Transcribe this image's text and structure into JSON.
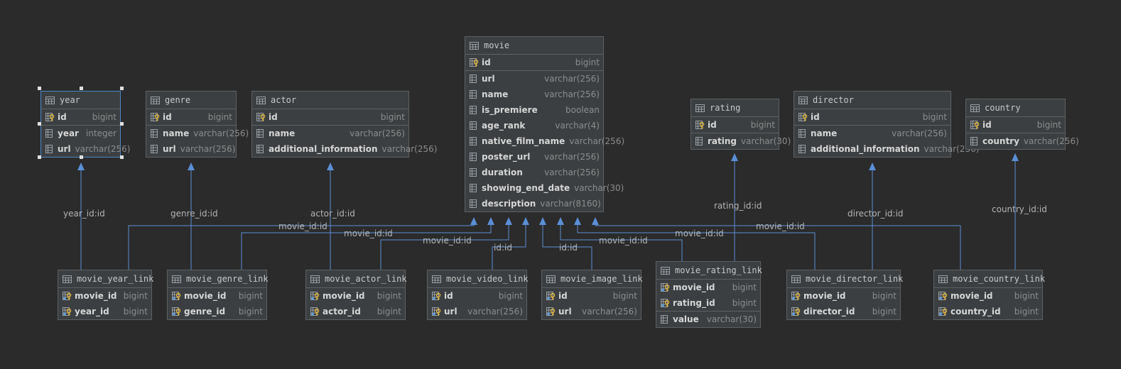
{
  "accent_color": "#5b8fd6",
  "tables": [
    {
      "id": "year",
      "name": "year",
      "selected": true,
      "sections": [
        [
          {
            "name": "id",
            "type": "bigint",
            "icon": "primary-key"
          }
        ],
        [
          {
            "name": "year",
            "type": "integer",
            "icon": "column"
          },
          {
            "name": "url",
            "type": "varchar(256)",
            "icon": "column"
          }
        ]
      ]
    },
    {
      "id": "genre",
      "name": "genre",
      "sections": [
        [
          {
            "name": "id",
            "type": "bigint",
            "icon": "primary-key"
          }
        ],
        [
          {
            "name": "name",
            "type": "varchar(256)",
            "icon": "column"
          },
          {
            "name": "url",
            "type": "varchar(256)",
            "icon": "column"
          }
        ]
      ]
    },
    {
      "id": "actor",
      "name": "actor",
      "sections": [
        [
          {
            "name": "id",
            "type": "bigint",
            "icon": "primary-key"
          }
        ],
        [
          {
            "name": "name",
            "type": "varchar(256)",
            "icon": "column"
          },
          {
            "name": "additional_information",
            "type": "varchar(256)",
            "icon": "column"
          }
        ]
      ]
    },
    {
      "id": "movie",
      "name": "movie",
      "sections": [
        [
          {
            "name": "id",
            "type": "bigint",
            "icon": "primary-key"
          }
        ],
        [
          {
            "name": "url",
            "type": "varchar(256)",
            "icon": "column"
          },
          {
            "name": "name",
            "type": "varchar(256)",
            "icon": "column"
          },
          {
            "name": "is_premiere",
            "type": "boolean",
            "icon": "column"
          },
          {
            "name": "age_rank",
            "type": "varchar(4)",
            "icon": "column"
          },
          {
            "name": "native_film_name",
            "type": "varchar(256)",
            "icon": "column"
          },
          {
            "name": "poster_url",
            "type": "varchar(256)",
            "icon": "column"
          },
          {
            "name": "duration",
            "type": "varchar(256)",
            "icon": "column"
          },
          {
            "name": "showing_end_date",
            "type": "varchar(30)",
            "icon": "column"
          },
          {
            "name": "description",
            "type": "varchar(8160)",
            "icon": "column"
          }
        ]
      ]
    },
    {
      "id": "rating",
      "name": "rating",
      "sections": [
        [
          {
            "name": "id",
            "type": "bigint",
            "icon": "primary-key"
          }
        ],
        [
          {
            "name": "rating",
            "type": "varchar(30)",
            "icon": "column"
          }
        ]
      ]
    },
    {
      "id": "director",
      "name": "director",
      "sections": [
        [
          {
            "name": "id",
            "type": "bigint",
            "icon": "primary-key"
          }
        ],
        [
          {
            "name": "name",
            "type": "varchar(256)",
            "icon": "column"
          },
          {
            "name": "additional_information",
            "type": "varchar(256)",
            "icon": "column"
          }
        ]
      ]
    },
    {
      "id": "country",
      "name": "country",
      "sections": [
        [
          {
            "name": "id",
            "type": "bigint",
            "icon": "primary-key"
          }
        ],
        [
          {
            "name": "country",
            "type": "varchar(256)",
            "icon": "column"
          }
        ]
      ]
    },
    {
      "id": "movie_year_link",
      "name": "movie_year_link",
      "sections": [
        [
          {
            "name": "movie_id",
            "type": "bigint",
            "icon": "primary-foreign-key"
          },
          {
            "name": "year_id",
            "type": "bigint",
            "icon": "primary-foreign-key"
          }
        ]
      ]
    },
    {
      "id": "movie_genre_link",
      "name": "movie_genre_link",
      "sections": [
        [
          {
            "name": "movie_id",
            "type": "bigint",
            "icon": "primary-foreign-key"
          },
          {
            "name": "genre_id",
            "type": "bigint",
            "icon": "primary-foreign-key"
          }
        ]
      ]
    },
    {
      "id": "movie_actor_link",
      "name": "movie_actor_link",
      "sections": [
        [
          {
            "name": "movie_id",
            "type": "bigint",
            "icon": "primary-foreign-key"
          },
          {
            "name": "actor_id",
            "type": "bigint",
            "icon": "primary-foreign-key"
          }
        ]
      ]
    },
    {
      "id": "movie_video_link",
      "name": "movie_video_link",
      "sections": [
        [
          {
            "name": "id",
            "type": "bigint",
            "icon": "primary-foreign-key"
          },
          {
            "name": "url",
            "type": "varchar(256)",
            "icon": "primary-foreign-key"
          }
        ]
      ]
    },
    {
      "id": "movie_image_link",
      "name": "movie_image_link",
      "sections": [
        [
          {
            "name": "id",
            "type": "bigint",
            "icon": "primary-foreign-key"
          },
          {
            "name": "url",
            "type": "varchar(256)",
            "icon": "primary-foreign-key"
          }
        ]
      ]
    },
    {
      "id": "movie_rating_link",
      "name": "movie_rating_link",
      "sections": [
        [
          {
            "name": "movie_id",
            "type": "bigint",
            "icon": "primary-foreign-key"
          },
          {
            "name": "rating_id",
            "type": "bigint",
            "icon": "primary-foreign-key"
          }
        ],
        [
          {
            "name": "value",
            "type": "varchar(30)",
            "icon": "column"
          }
        ]
      ]
    },
    {
      "id": "movie_director_link",
      "name": "movie_director_link",
      "sections": [
        [
          {
            "name": "movie_id",
            "type": "bigint",
            "icon": "primary-foreign-key"
          },
          {
            "name": "director_id",
            "type": "bigint",
            "icon": "primary-foreign-key"
          }
        ]
      ]
    },
    {
      "id": "movie_country_link",
      "name": "movie_country_link",
      "sections": [
        [
          {
            "name": "movie_id",
            "type": "bigint",
            "icon": "primary-foreign-key"
          },
          {
            "name": "country_id",
            "type": "bigint",
            "icon": "primary-foreign-key"
          }
        ]
      ]
    }
  ],
  "relations": [
    {
      "from": "movie_year_link",
      "to": "year",
      "label": "year_id:id"
    },
    {
      "from": "movie_genre_link",
      "to": "genre",
      "label": "genre_id:id"
    },
    {
      "from": "movie_actor_link",
      "to": "actor",
      "label": "actor_id:id"
    },
    {
      "from": "movie_rating_link",
      "to": "rating",
      "label": "rating_id:id"
    },
    {
      "from": "movie_director_link",
      "to": "director",
      "label": "director_id:id"
    },
    {
      "from": "movie_country_link",
      "to": "country",
      "label": "country_id:id"
    },
    {
      "from": "movie_year_link",
      "to": "movie",
      "label": "movie_id:id"
    },
    {
      "from": "movie_genre_link",
      "to": "movie",
      "label": "movie_id:id"
    },
    {
      "from": "movie_actor_link",
      "to": "movie",
      "label": "movie_id:id"
    },
    {
      "from": "movie_video_link",
      "to": "movie",
      "label": "id:id"
    },
    {
      "from": "movie_image_link",
      "to": "movie",
      "label": "id:id"
    },
    {
      "from": "movie_rating_link",
      "to": "movie",
      "label": "movie_id:id"
    },
    {
      "from": "movie_director_link",
      "to": "movie",
      "label": "movie_id:id"
    },
    {
      "from": "movie_country_link",
      "to": "movie",
      "label": "movie_id:id"
    }
  ]
}
